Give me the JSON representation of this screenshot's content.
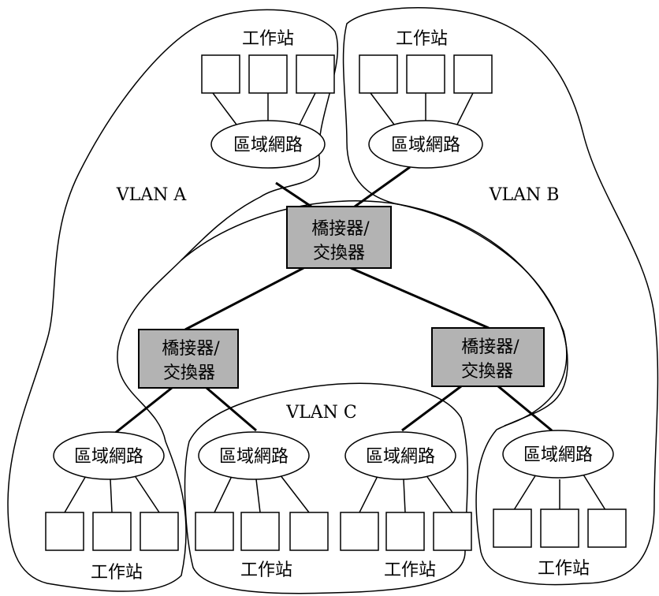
{
  "labels": {
    "workstation": "工作站",
    "lan": "區域網路",
    "bridge_line1": "橋接器/",
    "bridge_line2": "交換器",
    "vlan_a": "VLAN A",
    "vlan_b": "VLAN B",
    "vlan_c": "VLAN C"
  },
  "colors": {
    "bridge_fill": "#b3b3b3"
  }
}
